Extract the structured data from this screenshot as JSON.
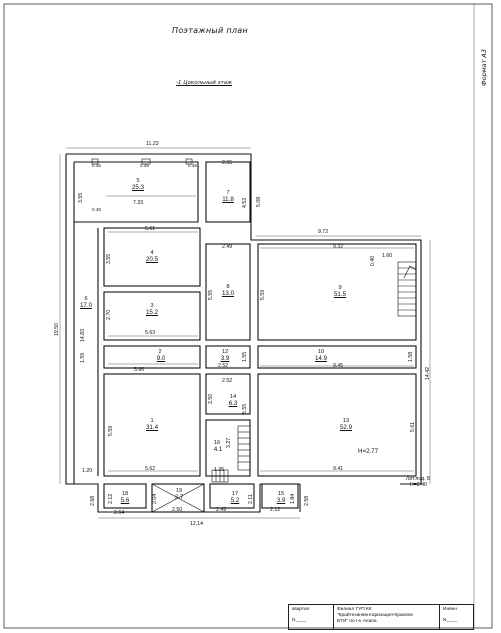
{
  "title": "Поэтажный план",
  "subtitle": "-1 Цокольный этаж",
  "format_label": "Формат А3",
  "overall_dims": {
    "top": "11.23",
    "right_step": "9.72",
    "left": "19.50",
    "right": "14.42",
    "bottom": "12.14"
  },
  "rooms": [
    {
      "num": "5",
      "area": "25.3"
    },
    {
      "num": "7",
      "area": "11.8"
    },
    {
      "num": "4",
      "area": "20.5"
    },
    {
      "num": "6",
      "area": "17.0"
    },
    {
      "num": "3",
      "area": "15.2"
    },
    {
      "num": "8",
      "area": "13.0"
    },
    {
      "num": "9",
      "area": "51.5"
    },
    {
      "num": "2",
      "area": "9.0"
    },
    {
      "num": "12",
      "area": "3.9"
    },
    {
      "num": "10",
      "area": "14.9"
    },
    {
      "num": "1",
      "area": "31.4"
    },
    {
      "num": "14",
      "area": "6.3"
    },
    {
      "num": "13",
      "area": "52.9"
    },
    {
      "num": "16",
      "area": "4.1"
    },
    {
      "num": "18",
      "area": "5.6"
    },
    {
      "num": "19",
      "area": "3.7"
    },
    {
      "num": "17",
      "area": "5.2"
    },
    {
      "num": "15",
      "area": "3.9"
    }
  ],
  "dims": {
    "d0_45a": "0.45",
    "d0_45b": "0.45",
    "d0_45c": "0.45",
    "d0_45d": "0.45",
    "d2_55": "2.55",
    "d7_33": "7.33",
    "d3_55a": "3.55",
    "d4_53": "4.53",
    "d5_08": "5.08",
    "d5_61a": "5.61",
    "d2_49a": "2.49",
    "d9_32": "9.32",
    "d1_60": "1.60",
    "d0_40": "0.40",
    "d3_55b": "3.55",
    "d14_83": "14.83",
    "d2_70": "2.70",
    "d5_55a": "5.55",
    "d5_59a": "5.59",
    "d5_63": "5.63",
    "d1_59": "1.59",
    "d5_66": "5.66",
    "d2_52a": "2.52",
    "d1_55": "1.55",
    "d9_45": "9.45",
    "d1_58": "1.58",
    "d2_52b": "2.52",
    "d2_50a": "2.50",
    "d5_55b": "5.55",
    "d5_59b": "5.59",
    "d5_61b": "5.61",
    "d3_27": "3.27",
    "d5_62": "5.62",
    "d1_25": "1.25",
    "d9_41": "9.41",
    "d1_20": "1.20",
    "d2_68": "2.68",
    "d2_12": "2.12",
    "d2_64": "2.64",
    "d2_04": "2.04",
    "d2_50b": "2.50",
    "d2_49b": "2.49",
    "d2_11": "2.11",
    "d2_12b": "2.12",
    "d1_84": "1.84",
    "d2_58": "2.58"
  },
  "height_label": "H=2.77",
  "lit_note": "Лит.под. Б",
  "lit_height": "H=2.40",
  "stamp": {
    "kvartal_label": "квартал",
    "kvartal_value": "N____",
    "org_line1": "Филиал ГУП КК",
    "org_line2": "\"Крайтехинвентаризация-Краевое",
    "org_line3": "БТИ\" по г-к Анапа",
    "inv_label": "Инвен",
    "inv_value": "N____"
  }
}
